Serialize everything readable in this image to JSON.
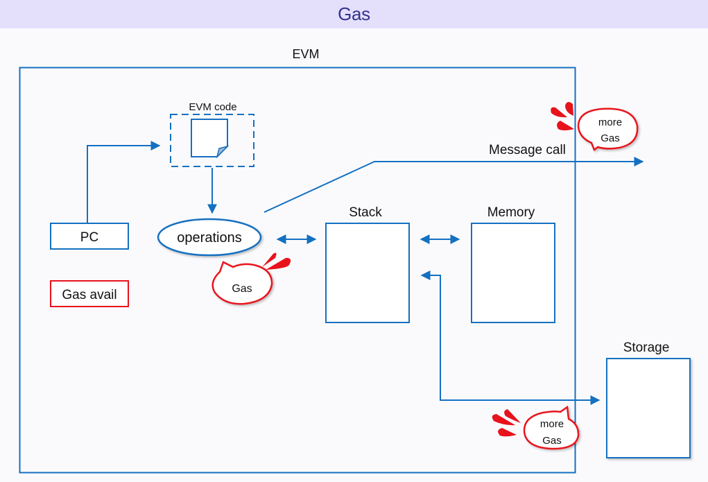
{
  "slide": {
    "title": "Gas"
  },
  "diagram": {
    "container_label": "EVM",
    "evm_code_label": "EVM code",
    "pc_label": "PC",
    "gas_avail_label": "Gas avail",
    "operations_label": "operations",
    "stack_label": "Stack",
    "memory_label": "Memory",
    "storage_label": "Storage",
    "message_call_label": "Message call",
    "bubbles": {
      "operations_gas": [
        "Gas"
      ],
      "message_call_gas": [
        "more",
        "Gas"
      ],
      "storage_gas": [
        "more",
        "Gas"
      ]
    },
    "colors": {
      "blue": "#1470c0",
      "red": "#e8121b",
      "title_bg": "#e4e0fb",
      "title_text": "#33338f"
    }
  }
}
